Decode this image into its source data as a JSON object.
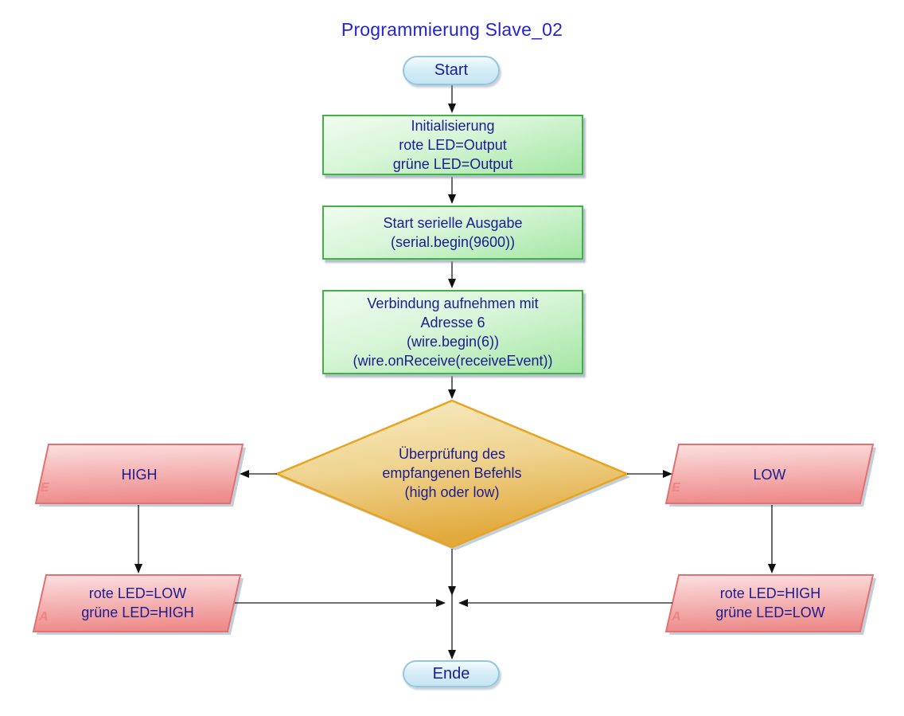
{
  "title": "Programmierung Slave_02",
  "flowchart": {
    "start": {
      "label": "Start"
    },
    "process_init": {
      "lines": [
        "Initialisierung",
        "rote LED=Output",
        "grüne LED=Output"
      ]
    },
    "process_serial": {
      "lines": [
        "Start serielle Ausgabe",
        "(serial.begin(9600))"
      ]
    },
    "process_wire": {
      "lines": [
        "Verbindung aufnehmen mit",
        "Adresse 6",
        "(wire.begin(6))",
        "(wire.onReceive(receiveEvent))"
      ]
    },
    "decision": {
      "lines": [
        "Überprüfung des",
        "empfangenen Befehls",
        "(high oder low)"
      ]
    },
    "io_high": {
      "label": "HIGH",
      "marker": "E"
    },
    "io_low": {
      "label": "LOW",
      "marker": "E"
    },
    "io_result_left": {
      "lines": [
        "rote LED=LOW",
        "grüne LED=HIGH"
      ],
      "marker": "A"
    },
    "io_result_right": {
      "lines": [
        "rote LED=HIGH",
        "grüne LED=LOW"
      ],
      "marker": "A"
    },
    "end": {
      "label": "Ende"
    }
  },
  "colors": {
    "title_text": "#2323d7",
    "node_text": "#1c1c91",
    "process_fill_top": "#f0fcf0",
    "process_fill_bottom": "#a4e6a4",
    "process_border": "#43b143",
    "terminator_fill": "#cfe9f6",
    "terminator_border": "#94c6dc",
    "decision_fill_top": "#f7e9c0",
    "decision_fill_bottom": "#e3aa3e",
    "decision_border": "#e7a41f",
    "io_fill_top": "#fcdede",
    "io_fill_bottom": "#ee8b8b",
    "io_border": "#e37171",
    "marker_text": "#ee8484",
    "connector": "#1a1a1a",
    "shadow": "#92a5ba"
  }
}
